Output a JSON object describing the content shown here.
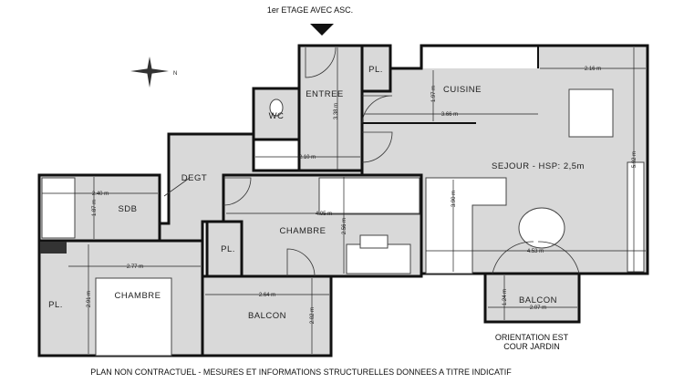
{
  "header": {
    "floor_label": "1er ETAGE AVEC ASC."
  },
  "compass": {
    "icon": "compass-rose-icon",
    "north_label": "N"
  },
  "rooms": {
    "entree": "ENTREE",
    "placard_entree": "PL.",
    "wc": "WC",
    "cuisine": "CUISINE",
    "sejour": "SEJOUR - HSP: 2,5m",
    "degt": "DEGT",
    "sdb": "SDB",
    "chambre_centre": "CHAMBRE",
    "placard_centre": "PL.",
    "chambre_gauche": "CHAMBRE",
    "placard_gauche": "PL.",
    "balcon_gauche": "BALCON",
    "balcon_droite": "BALCON"
  },
  "dimensions": {
    "entree_h": "3.38 m",
    "cuisine_h": "1.97 m",
    "cuisine_w": "3.66 m",
    "sejour_w_top": "2.16 m",
    "sejour_h": "5.92 m",
    "degt_w": "2.10 m",
    "sdb_w": "2.40 m",
    "sdb_h": "1.87 m",
    "chambre_centre_w": "4.05 m",
    "chambre_centre_h": "2.56 m",
    "sejour_h2": "3.90 m",
    "sejour_w": "4.53 m",
    "chambre_gauche_w": "2.77 m",
    "chambre_gauche_h": "2.91 m",
    "balcon_gauche_w": "2.64 m",
    "balcon_gauche_h": "2.02 m",
    "balcon_droite_h": "1.24 m",
    "balcon_droite_w": "2.07 m"
  },
  "orientation": {
    "line1": "ORIENTATION EST",
    "line2": "COUR JARDIN"
  },
  "footer": {
    "disclaimer": "PLAN NON CONTRACTUEL - MESURES ET INFORMATIONS STRUCTURELLES DONNEES A TITRE INDICATIF"
  }
}
